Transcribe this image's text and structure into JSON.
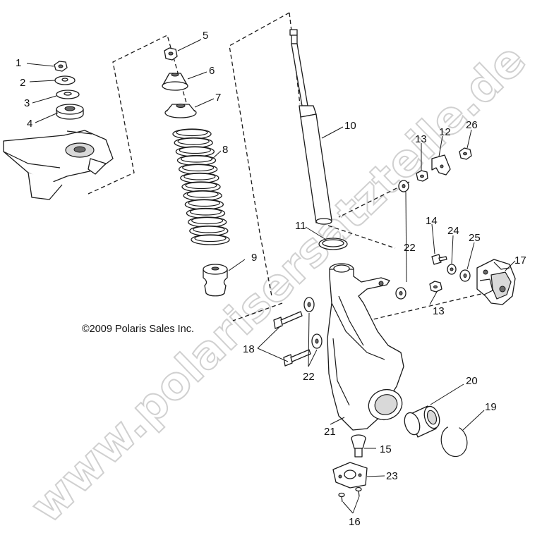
{
  "copyright": "©2009 Polaris Sales Inc.",
  "watermark": "www.polarisersatzteile.de",
  "callouts": [
    {
      "id": "c1",
      "label": "1"
    },
    {
      "id": "c2",
      "label": "2"
    },
    {
      "id": "c3",
      "label": "3"
    },
    {
      "id": "c4",
      "label": "4"
    },
    {
      "id": "c5",
      "label": "5"
    },
    {
      "id": "c6",
      "label": "6"
    },
    {
      "id": "c7",
      "label": "7"
    },
    {
      "id": "c8",
      "label": "8"
    },
    {
      "id": "c9",
      "label": "9"
    },
    {
      "id": "c10",
      "label": "10"
    },
    {
      "id": "c11",
      "label": "11"
    },
    {
      "id": "c12",
      "label": "12"
    },
    {
      "id": "c13a",
      "label": "13"
    },
    {
      "id": "c13b",
      "label": "13"
    },
    {
      "id": "c14",
      "label": "14"
    },
    {
      "id": "c15",
      "label": "15"
    },
    {
      "id": "c16",
      "label": "16"
    },
    {
      "id": "c17",
      "label": "17"
    },
    {
      "id": "c18",
      "label": "18"
    },
    {
      "id": "c19",
      "label": "19"
    },
    {
      "id": "c20",
      "label": "20"
    },
    {
      "id": "c21",
      "label": "21"
    },
    {
      "id": "c22a",
      "label": "22"
    },
    {
      "id": "c22b",
      "label": "22"
    },
    {
      "id": "c23",
      "label": "23"
    },
    {
      "id": "c24",
      "label": "24"
    },
    {
      "id": "c25",
      "label": "25"
    },
    {
      "id": "c26",
      "label": "26"
    }
  ]
}
